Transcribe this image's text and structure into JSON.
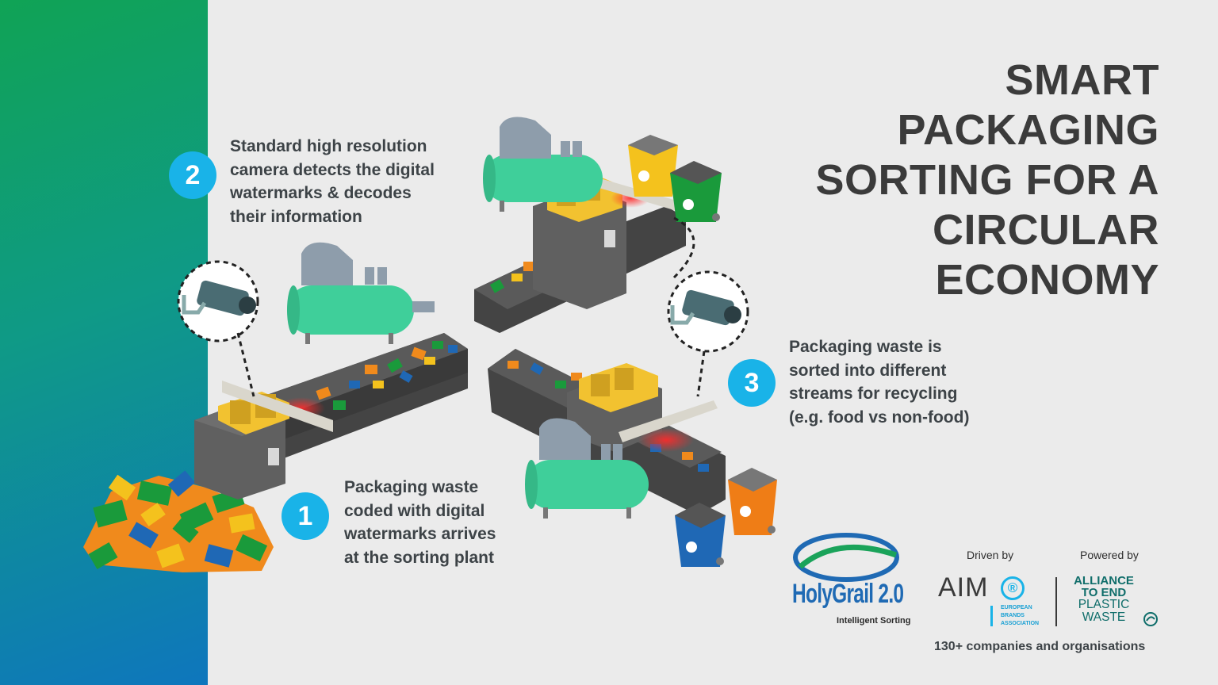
{
  "title_lines": [
    "SMART",
    "PACKAGING",
    "SORTING FOR A",
    "CIRCULAR",
    "ECONOMY"
  ],
  "steps": [
    {
      "number": "1",
      "lines": [
        "Packaging waste",
        "coded with digital",
        "watermarks arrives",
        "at the sorting plant"
      ]
    },
    {
      "number": "2",
      "lines": [
        "Standard high resolution",
        "camera detects the digital",
        "watermarks & decodes",
        "their information"
      ]
    },
    {
      "number": "3",
      "lines": [
        "Packaging waste is",
        "sorted into different",
        "streams for recycling",
        "(e.g. food vs non-food)"
      ]
    }
  ],
  "logos": {
    "holygrail": {
      "name": "HolyGrail 2.0",
      "tagline": "Intelligent Sorting"
    },
    "driven_by_label": "Driven by",
    "aim": {
      "name": "AIM",
      "symbol": "®",
      "sub": [
        "EUROPEAN",
        "BRANDS",
        "ASSOCIATION"
      ]
    },
    "powered_by_label": "Powered by",
    "alliance": {
      "lines": [
        "ALLIANCE",
        "TO END",
        "PLASTIC",
        "WASTE"
      ]
    }
  },
  "footer": "130+ companies and organisations",
  "colors": {
    "accent": "#19b3e8",
    "tank": "#3fcf9a",
    "frame": "#f2c230",
    "bin_yellow": "#f4c21d",
    "bin_green": "#1a9a3b",
    "bin_orange": "#ef7d16",
    "bin_blue": "#1f68b5",
    "laser": "#ff2a2a"
  },
  "icons": [
    "camera-icon",
    "recycle-icon",
    "air-compressor-icon",
    "conveyor-belt-icon",
    "waste-bin-icon"
  ]
}
